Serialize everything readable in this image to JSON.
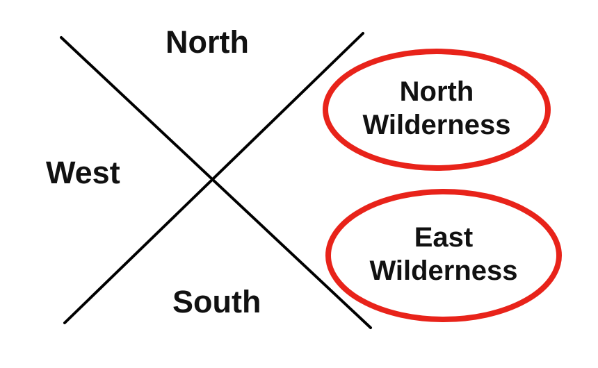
{
  "directions": {
    "north": "North",
    "west": "West",
    "south": "South"
  },
  "highlights": {
    "north_wilderness": {
      "line1": "North",
      "line2": "Wilderness"
    },
    "east_wilderness": {
      "line1": "East",
      "line2": "Wilderness"
    }
  },
  "colors": {
    "cross_lines": "#000000",
    "highlight_oval": "#e8231a",
    "text": "#111111",
    "background": "#ffffff"
  }
}
